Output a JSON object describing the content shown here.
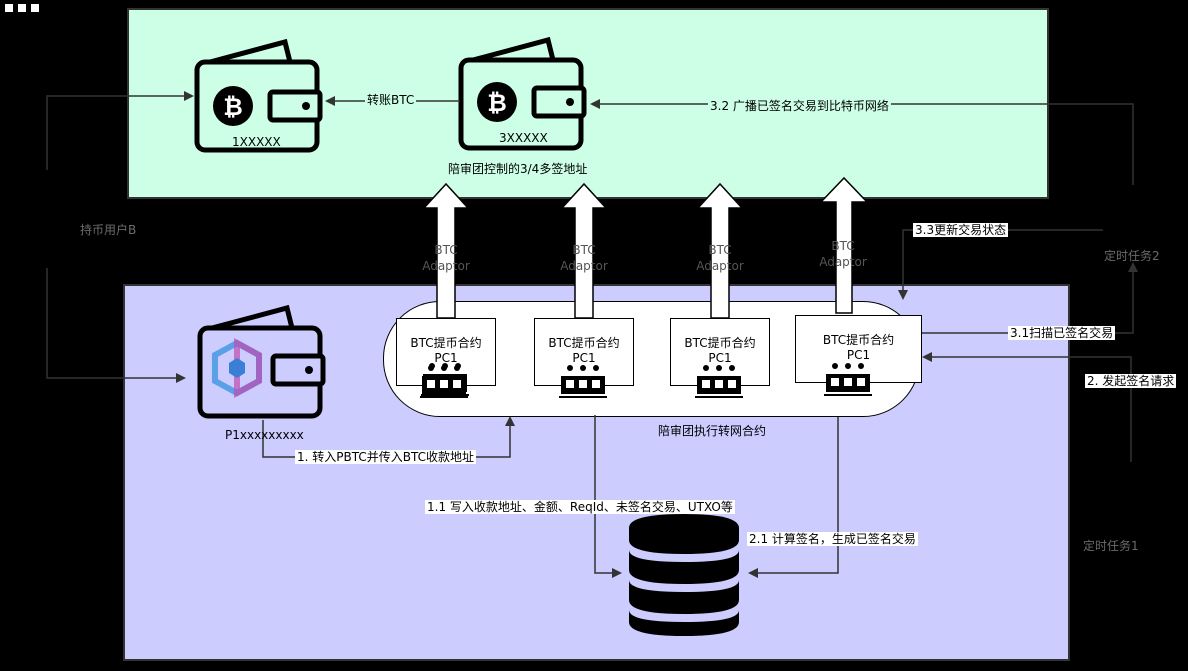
{
  "top_panel": {
    "wallet_left_label": "1XXXXX",
    "wallet_right_label": "3XXXXX",
    "multisig_caption": "陪审团控制的3/4多签地址",
    "transfer_label": "转账BTC",
    "broadcast_label": "3.2 广播已签名交易到比特币网络"
  },
  "user_label": "持币用户B",
  "timer2_label": "定时任务2",
  "timer1_label": "定时任务1",
  "adaptor_labels": [
    "BTC\nAdaptor",
    "BTC\nAdaptor",
    "BTC\nAdaptor",
    "BTC\nAdaptor"
  ],
  "contracts": [
    {
      "title": "BTC提币合约",
      "sub": "PC1"
    },
    {
      "title": "BTC提币合约",
      "sub": "PC1"
    },
    {
      "title": "BTC提币合约",
      "sub": "PC1"
    },
    {
      "title": "BTC提币合约",
      "sub": "PC1"
    }
  ],
  "jury_contract_label": "陪审团执行转网合约",
  "pwallet_label": "P1xxxxxxxxx",
  "step1_label": "1. 转入PBTC并传入BTC收款地址",
  "step1_1_label": "1.1 写入收款地址、金额、ReqId、未签名交易、UTXO等",
  "step2_label": "2. 发起签名请求",
  "step2_1_label": "2.1 计算签名，生成已签名交易",
  "step3_1_label": "3.1扫描已签名交易",
  "step3_3_label": "3.3更新交易状态",
  "colors": {
    "top_panel": "#ccffe6",
    "bottom_panel": "#ccccff",
    "background": "#000000"
  }
}
